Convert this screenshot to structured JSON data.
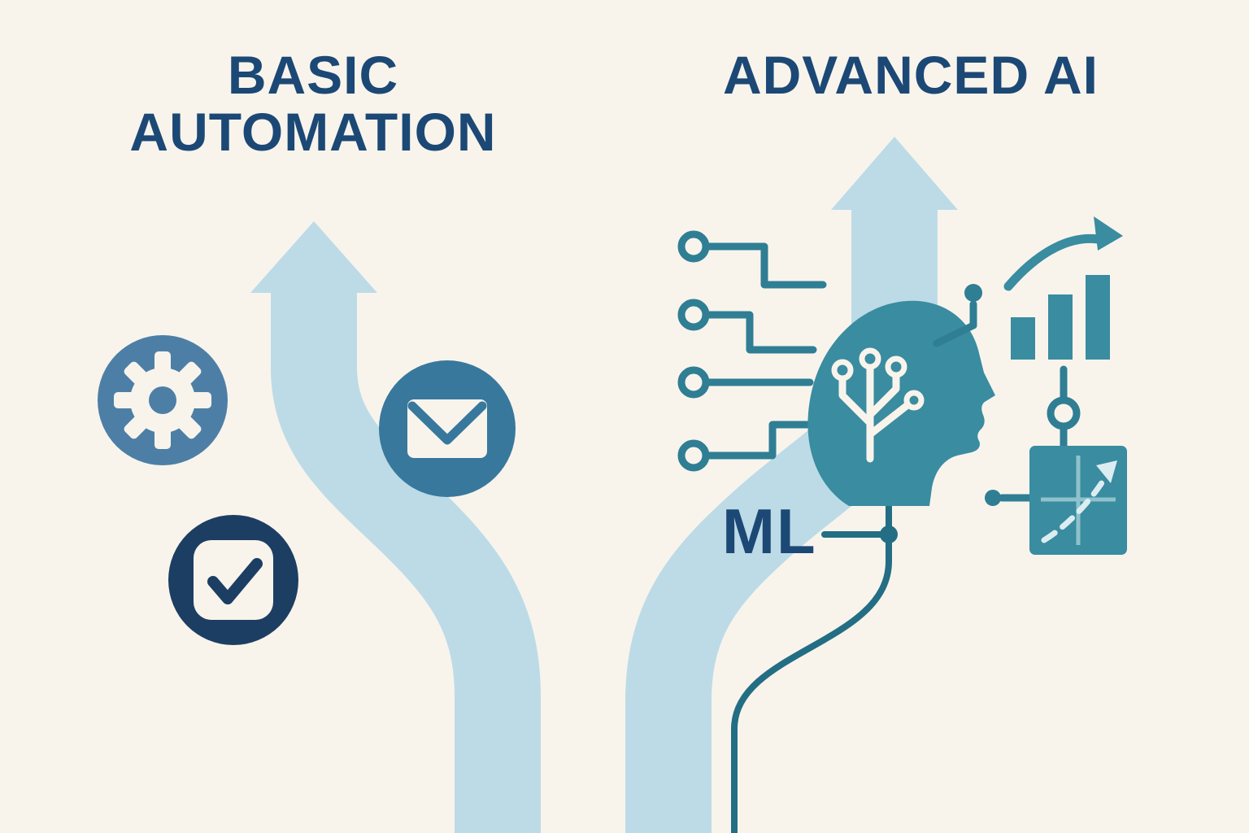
{
  "titles": {
    "left": "BASIC AUTOMATION",
    "right": "ADVANCED AI"
  },
  "labels": {
    "ml": "ML"
  },
  "icons": {
    "left": [
      "gear-icon",
      "mail-icon",
      "checkmark-icon"
    ],
    "right": [
      "head-circuit-icon",
      "input-nodes-icon",
      "growth-bar-chart-icon",
      "scatter-matrix-icon",
      "ml-node-dot"
    ]
  },
  "arrows": {
    "left": "upward-curved-arrow",
    "right": "upward-curved-arrow-with-signal-line"
  },
  "colors": {
    "background": "#f8f4ec",
    "title": "#1c4875",
    "arrow": "#bcdbe7",
    "steel": "#4d7fa6",
    "mail": "#38789d",
    "navy": "#1d3e63",
    "cream": "#f8f4ec",
    "teal": "#3a8ca0",
    "teal_dark": "#2f7e94",
    "line_dark": "#236e84",
    "icon_light": "#8fc2cd",
    "icon_dash": "#dcedf2"
  }
}
